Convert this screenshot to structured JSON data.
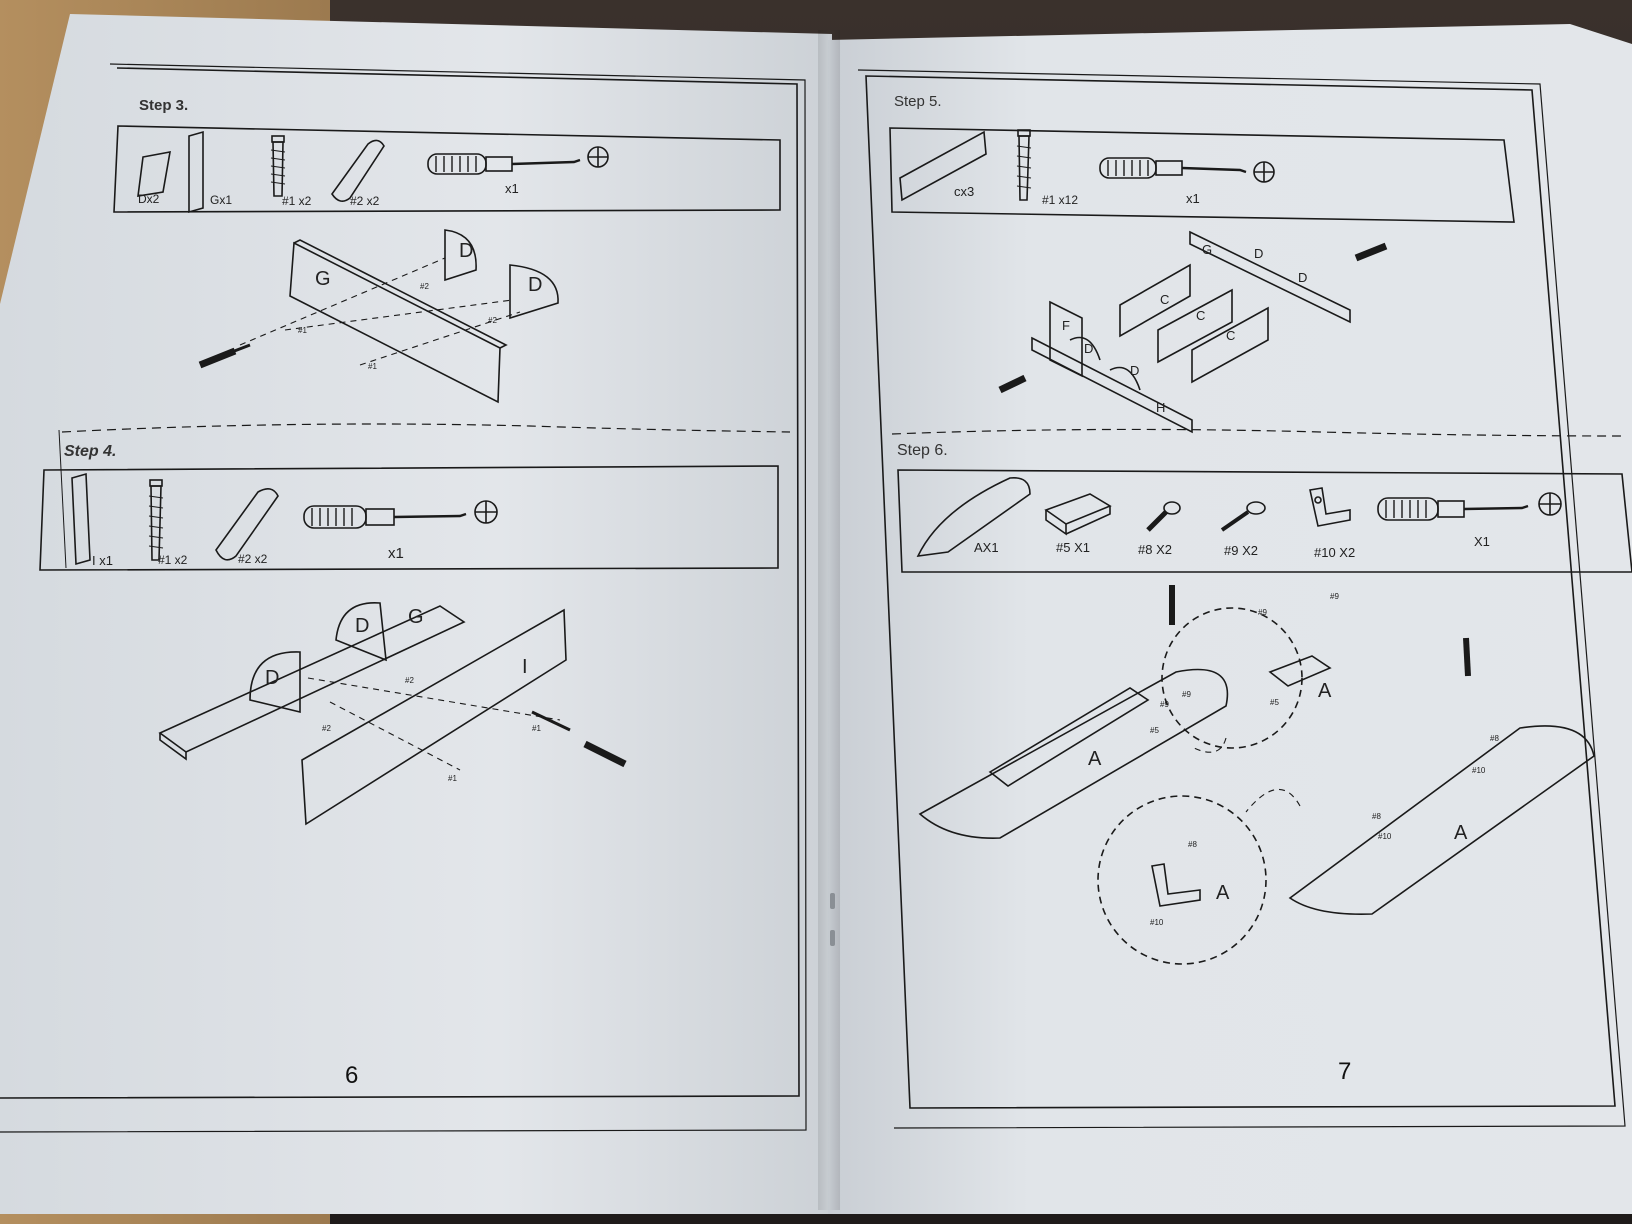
{
  "manual": {
    "left_page": {
      "page_number": "6",
      "step3": {
        "title": "Step 3.",
        "parts": [
          "Dx2",
          "Gx1",
          "#1 x2",
          "#2 x2",
          "x1"
        ],
        "panel_labels": [
          "G",
          "D",
          "D"
        ],
        "callouts": [
          "#2",
          "#2",
          "#1",
          "#1"
        ]
      },
      "step4": {
        "title": "Step 4.",
        "parts": [
          "I x1",
          "#1 x2",
          "#2 x2",
          "x1"
        ],
        "panel_labels": [
          "D",
          "D",
          "G",
          "I"
        ],
        "callouts": [
          "#2",
          "#2",
          "#1",
          "#1"
        ]
      }
    },
    "right_page": {
      "page_number": "7",
      "step5": {
        "title": "Step 5.",
        "parts": [
          "cx3",
          "#1 x12",
          "x1"
        ],
        "panel_labels": [
          "G",
          "D",
          "D",
          "D",
          "D",
          "F",
          "H",
          "C",
          "C",
          "C"
        ]
      },
      "step6": {
        "title": "Step 6.",
        "parts": [
          "AX1",
          "#5 X1",
          "#8 X2",
          "#9 X2",
          "#10 X2",
          "X1"
        ],
        "panel_labels": [
          "A",
          "A",
          "A",
          "A"
        ],
        "callouts": [
          "#9",
          "#9",
          "#9",
          "#9",
          "#5",
          "#5",
          "#8",
          "#10",
          "#8",
          "#10",
          "#8",
          "#10"
        ]
      }
    }
  },
  "colors": {
    "paper": "#dfe3e7",
    "ink": "#1a1a1a",
    "table": "#2a2523",
    "wood": "#b48f5f"
  },
  "icons": [
    "screwdriver-icon",
    "phillips-head-icon",
    "screw-icon",
    "dowel-icon",
    "magnetic-catch-icon",
    "l-bracket-icon"
  ]
}
